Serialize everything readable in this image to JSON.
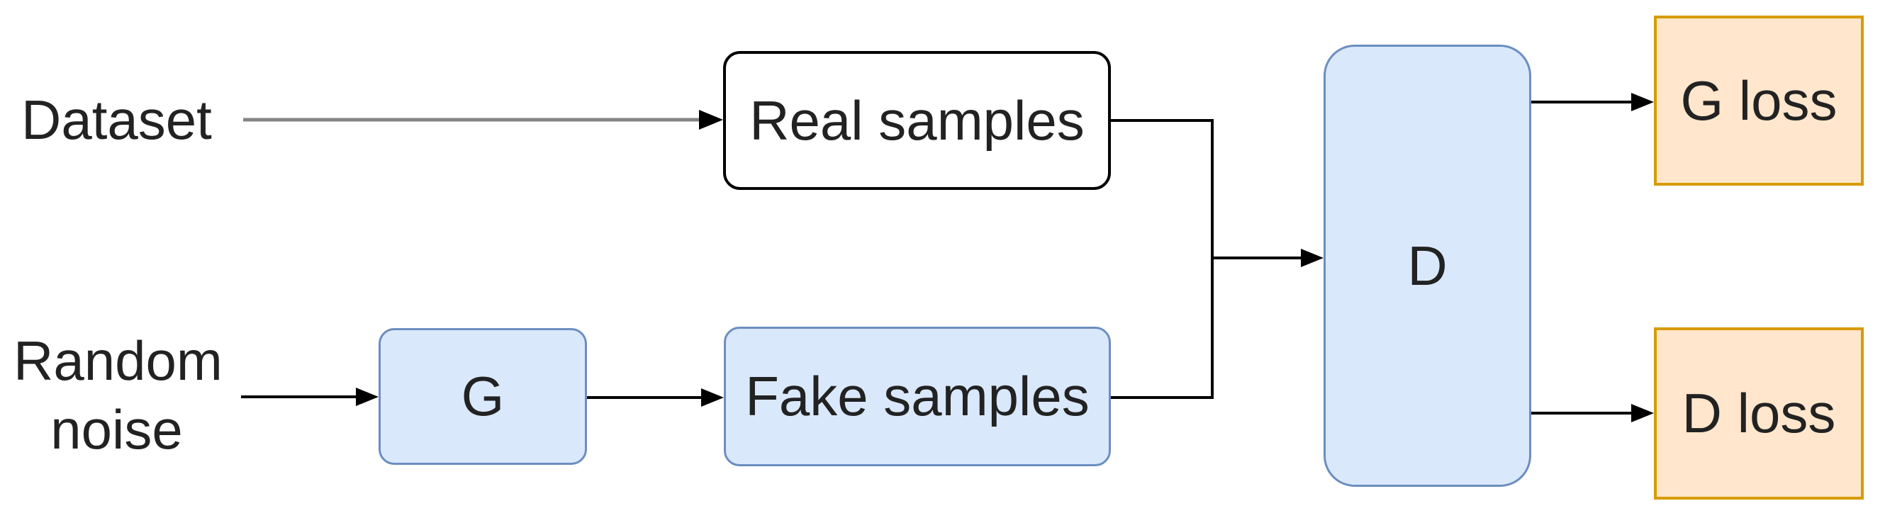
{
  "labels": {
    "dataset": "Dataset",
    "random_noise": {
      "line1": "Random",
      "line2": "noise"
    }
  },
  "nodes": {
    "real_samples": {
      "label": "Real samples"
    },
    "fake_samples": {
      "label": "Fake samples"
    },
    "generator": {
      "label": "G"
    },
    "discriminator": {
      "label": "D"
    },
    "g_loss": {
      "label": "G loss"
    },
    "d_loss": {
      "label": "D loss"
    }
  },
  "edges": [
    {
      "from": "Dataset",
      "to": "Real samples"
    },
    {
      "from": "Random noise",
      "to": "G"
    },
    {
      "from": "G",
      "to": "Fake samples"
    },
    {
      "from": "Real samples",
      "to": "D"
    },
    {
      "from": "Fake samples",
      "to": "D"
    },
    {
      "from": "D",
      "to": "G loss"
    },
    {
      "from": "D",
      "to": "D loss"
    }
  ],
  "colors": {
    "node_blue_fill": "#DAE8FC",
    "node_blue_stroke": "#6C8EBF",
    "node_orange_fill": "#FFE6CC",
    "node_orange_stroke": "#D79B00",
    "node_white_fill": "#FFFFFF",
    "node_white_stroke": "#000000",
    "connector": "#000000",
    "dataset_connector": "#848484",
    "text": "#222222"
  }
}
